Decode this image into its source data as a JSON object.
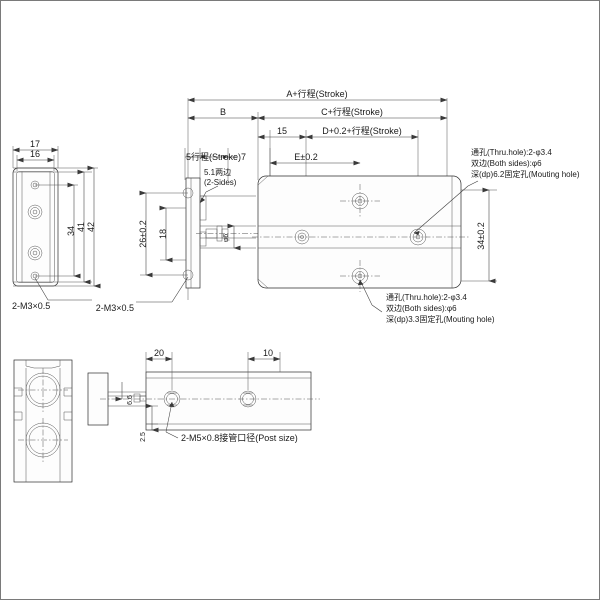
{
  "drawing": {
    "title": "Pneumatic slide cylinder dimensional drawing",
    "background_color": "#ffffff",
    "line_color": "#2b2b2b",
    "border_color": "#7a7a7a"
  },
  "top_dimensions": {
    "a_stroke": "A+行程(Stroke)",
    "c_stroke": "C+行程(Stroke)",
    "b": "B",
    "fifteen": "15",
    "d_stroke": "D+0.2+行程(Stroke)",
    "five_stroke_seven": "5行程(Stroke)7",
    "e_tol": "E±0.2"
  },
  "left_view": {
    "w17": "17",
    "w16": "16",
    "h34": "34",
    "h41": "41",
    "h42": "42",
    "thread_note": "2-M3×0.5"
  },
  "mid_view": {
    "note_5_1": "5.1两边",
    "note_2_sides": "(2-Sides)",
    "h26": "26±0.2",
    "h18": "18",
    "phi6": "φ6",
    "thread_note": "2-M3×0.5"
  },
  "right_view": {
    "h34_tol": "34±0.2"
  },
  "callout_top_right": {
    "line1": "通孔(Thru.hole):2-φ3.4",
    "line2": "双边(Both sides):φ6",
    "line3": "深(dp)6.2固定孔(Mouting hole)"
  },
  "callout_bottom": {
    "line1": "通孔(Thru.hole):2-φ3.4",
    "line2": "双边(Both sides):φ6",
    "line3": "深(dp)3.3固定孔(Mouting hole)"
  },
  "bottom_view": {
    "d20": "20",
    "d10": "10",
    "d2_5": "2.5",
    "d6_6": "6.6",
    "port_note": "2-M5×0.8接管口径(Post size)"
  }
}
